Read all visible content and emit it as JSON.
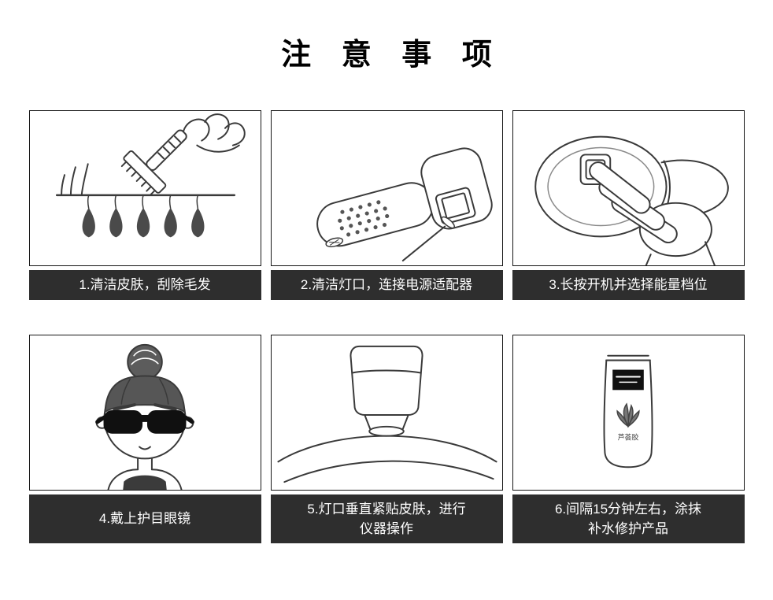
{
  "page": {
    "title": "注 意 事 项"
  },
  "theme": {
    "background": "#ffffff",
    "caption_background": "#2e2e2e",
    "caption_text_color": "#ffffff",
    "frame_border_color": "#161616",
    "title_color": "#000000",
    "line_art_color": "#3a3a3a"
  },
  "steps": [
    {
      "id": 1,
      "caption": "1.清洁皮肤，刮除毛发",
      "illustration": "razor-shaving-icon"
    },
    {
      "id": 2,
      "caption": "2.清洁灯口，连接电源适配器",
      "illustration": "clean-lamp-port-icon"
    },
    {
      "id": 3,
      "caption": "3.长按开机并选择能量档位",
      "illustration": "press-power-select-level-icon"
    },
    {
      "id": 4,
      "caption": "4.戴上护目眼镜",
      "illustration": "wear-goggles-icon"
    },
    {
      "id": 5,
      "caption": "5.灯口垂直紧贴皮肤，进行\n仪器操作",
      "illustration": "device-perpendicular-skin-icon"
    },
    {
      "id": 6,
      "caption": "6.间隔15分钟左右，涂抹\n补水修护产品",
      "illustration": "apply-repair-product-icon"
    }
  ],
  "product": {
    "tube_label": "芦荟胶"
  }
}
